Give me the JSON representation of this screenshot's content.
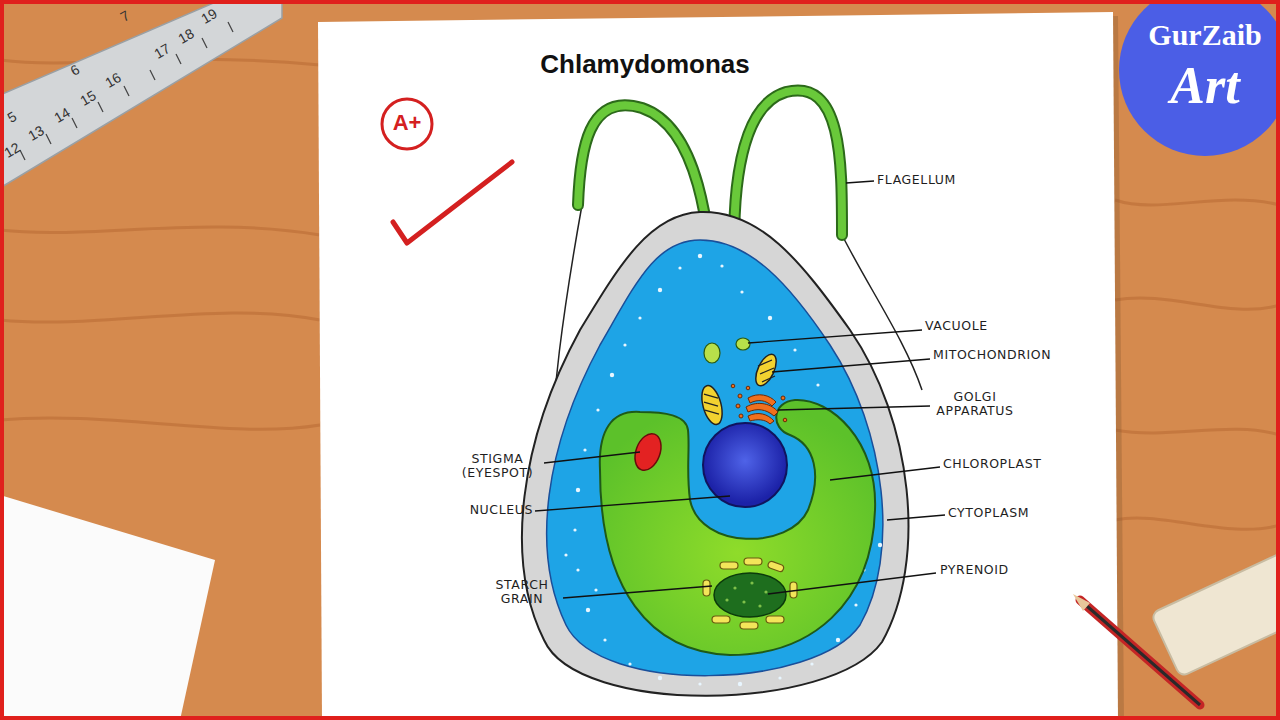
{
  "diagram": {
    "title": "Chlamydomonas",
    "labels": [
      "A+",
      "GurZaib",
      "Art",
      "7",
      "19",
      "6",
      "18",
      "17",
      "16",
      "5",
      "15",
      "14",
      "13",
      "12",
      "FLAGELLUM",
      "VACUOLE",
      "MITOCHONDRION",
      "GOLGI APPARATUS",
      "CHLOROPLAST",
      "CYTOPLASM",
      "PYRENOID",
      "STIGMA (EYESPOT)",
      "NUCLEUS",
      "STARCH GRAIN"
    ]
  }
}
